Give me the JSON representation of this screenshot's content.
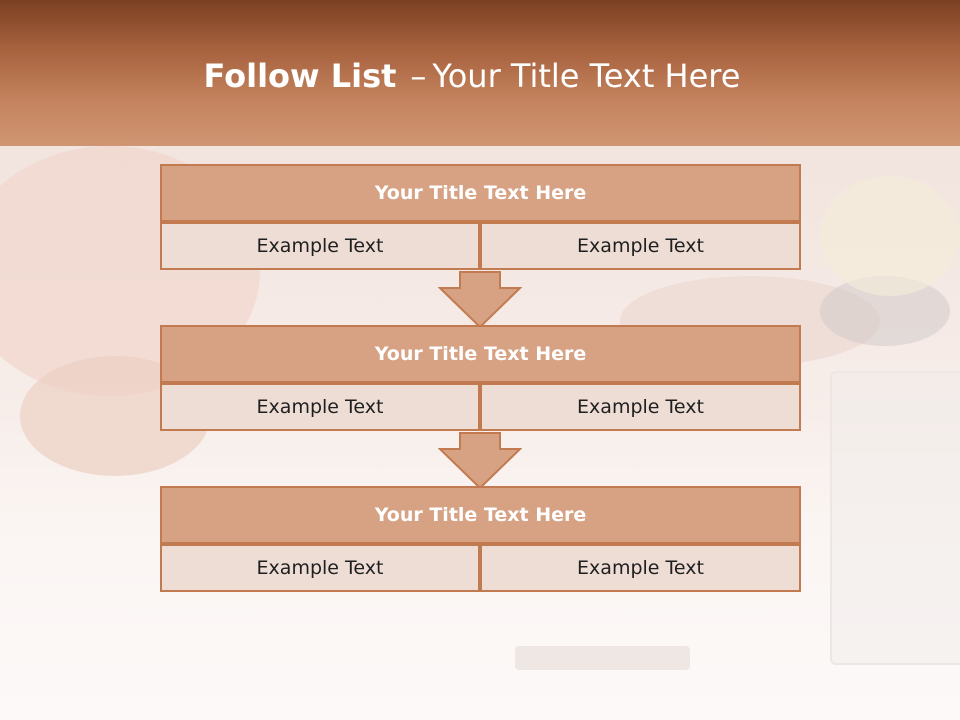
{
  "slide": {
    "title_bold": "Follow List",
    "title_sep": "–",
    "title_rest": "Your Title Text Here"
  },
  "stages": [
    {
      "title": "Your Title Text Here",
      "left": "Example Text",
      "right": "Example Text"
    },
    {
      "title": "Your Title Text Here",
      "left": "Example Text",
      "right": "Example Text"
    },
    {
      "title": "Your Title Text Here",
      "left": "Example Text",
      "right": "Example Text"
    }
  ],
  "colors": {
    "header_dark": "#7a3f22",
    "header_light": "#cf9572",
    "box_fill": "#d7a283",
    "cell_fill": "#eeddd5",
    "border": "#c27a50"
  }
}
